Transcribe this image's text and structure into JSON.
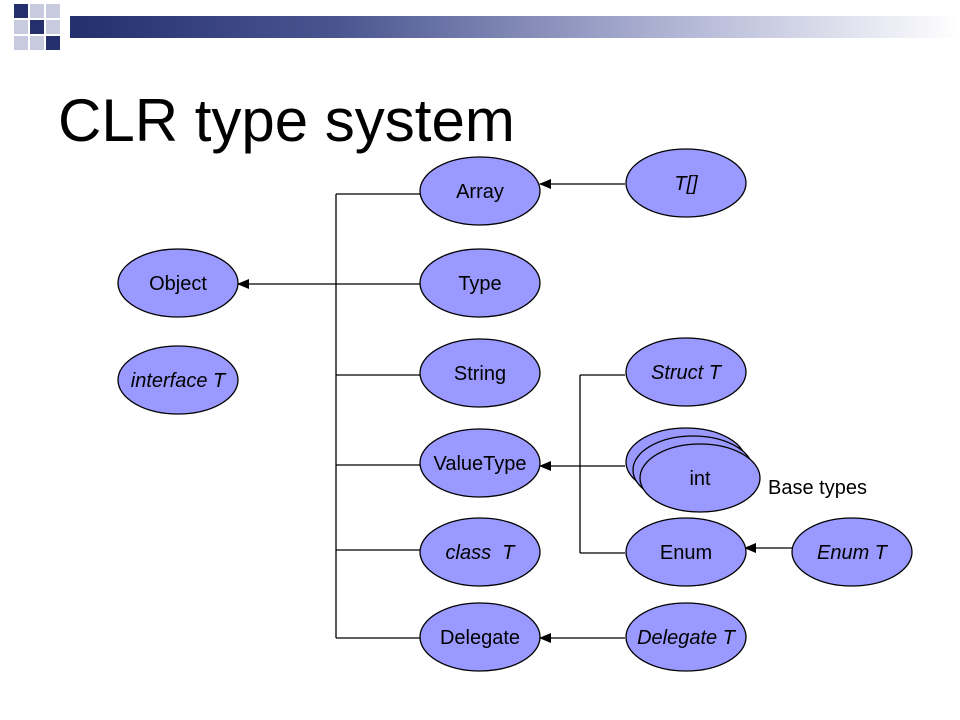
{
  "slide": {
    "title": "CLR type system"
  },
  "colors": {
    "node_fill": "#9999ff",
    "node_stroke": "#000000",
    "banner_dark": "#24306e",
    "square_light": "#c8cbe0"
  },
  "nodes": {
    "object": "Object",
    "interface_t": "interface T",
    "array": "Array",
    "type": "Type",
    "string": "String",
    "valuetype": "ValueType",
    "class_t": "class  T",
    "delegate": "Delegate",
    "t_array": "T[]",
    "struct_t": "Struct T",
    "int": "int",
    "enum": "Enum",
    "enum_t": "Enum T",
    "delegate_t": "Delegate T"
  },
  "annotations": {
    "base_types": "Base types"
  }
}
